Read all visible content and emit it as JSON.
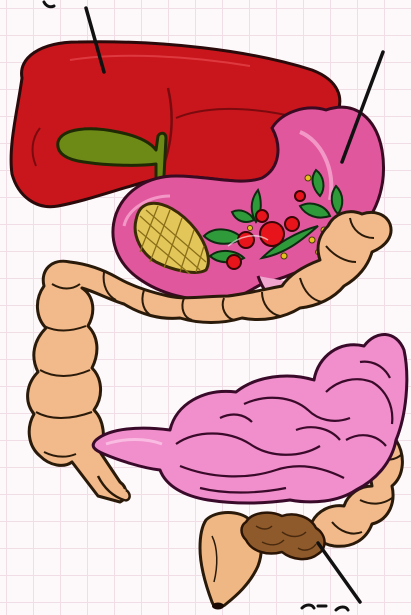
{
  "diagram": {
    "subject": "digestive-system",
    "organs": [
      {
        "name": "liver",
        "color": "#c8161c"
      },
      {
        "name": "gallbladder",
        "color": "#6e8a16"
      },
      {
        "name": "stomach",
        "color": "#e0579e"
      },
      {
        "name": "pancreas",
        "color": "#e3c65a"
      },
      {
        "name": "large-intestine",
        "color": "#f2b98a"
      },
      {
        "name": "small-intestine",
        "color": "#f08fcb"
      },
      {
        "name": "rectum",
        "color": "#efb783"
      },
      {
        "name": "stool",
        "color": "#8e5a2c"
      }
    ],
    "food_in_stomach": {
      "leaf_color": "#2f9a3a",
      "berry_color": "#e8141c",
      "seed_color": "#e7c21f"
    },
    "pointer_lines": 3,
    "labels": []
  }
}
